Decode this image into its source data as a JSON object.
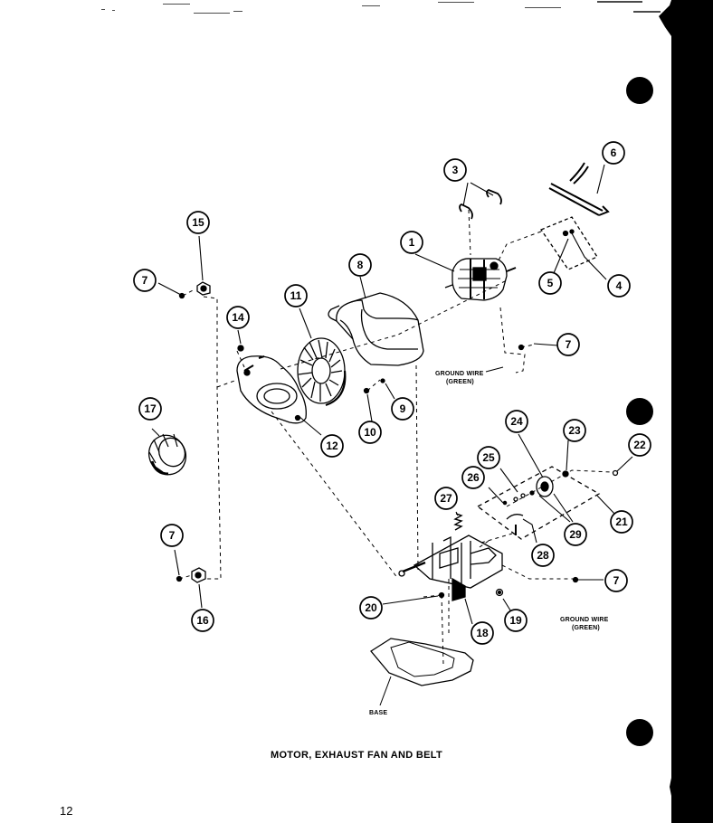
{
  "callouts": {
    "c1": "1",
    "c3": "3",
    "c4": "4",
    "c5": "5",
    "c6": "6",
    "c7a": "7",
    "c7b": "7",
    "c7c": "7",
    "c7d": "7",
    "c8": "8",
    "c9": "9",
    "c10": "10",
    "c11": "11",
    "c12": "12",
    "c14": "14",
    "c15": "15",
    "c16": "16",
    "c17": "17",
    "c18": "18",
    "c19": "19",
    "c20": "20",
    "c21": "21",
    "c22": "22",
    "c23": "23",
    "c24": "24",
    "c25": "25",
    "c26": "26",
    "c27": "27",
    "c28": "28",
    "c29": "29"
  },
  "notes": {
    "ground_wire_top_line1": "GROUND WIRE",
    "ground_wire_top_line2": "(GREEN)",
    "ground_wire_bottom_line1": "GROUND WIRE",
    "ground_wire_bottom_line2": "(GREEN)",
    "base": "BASE"
  },
  "caption": "MOTOR, EXHAUST FAN AND BELT",
  "page_number": "12",
  "colors": {
    "ink": "#000000",
    "paper": "#ffffff"
  }
}
